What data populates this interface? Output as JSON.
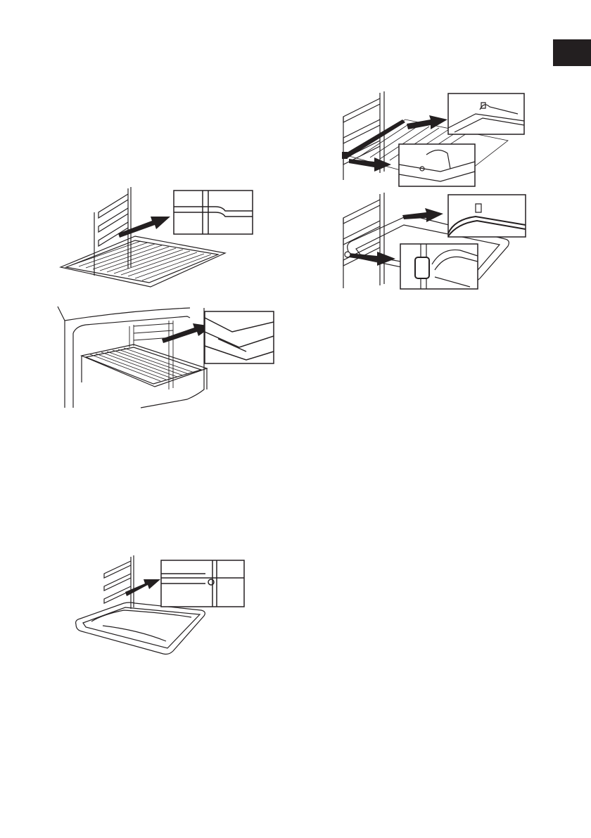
{
  "page": {
    "language_tab": {
      "label": "",
      "color": "#231f20"
    },
    "figures": [
      {
        "name": "wire-shelf-on-side-rails",
        "items": [
          "side-rail",
          "wire-shelf",
          "arrow",
          "detail-inset"
        ]
      },
      {
        "name": "wire-shelf-inside-oven",
        "items": [
          "oven-cavity",
          "wire-shelf",
          "arrow",
          "detail-inset"
        ]
      },
      {
        "name": "baking-tray-on-side-rails",
        "items": [
          "side-rail",
          "baking-tray",
          "arrow",
          "detail-inset"
        ]
      },
      {
        "name": "telescopic-rail-with-shelf",
        "items": [
          "side-rail",
          "telescopic-rail",
          "wire-shelf",
          "arrow",
          "detail-inset",
          "detail-inset"
        ]
      },
      {
        "name": "telescopic-rail-with-tray",
        "items": [
          "side-rail",
          "baking-tray",
          "arrow",
          "detail-inset",
          "detail-inset"
        ]
      }
    ]
  }
}
